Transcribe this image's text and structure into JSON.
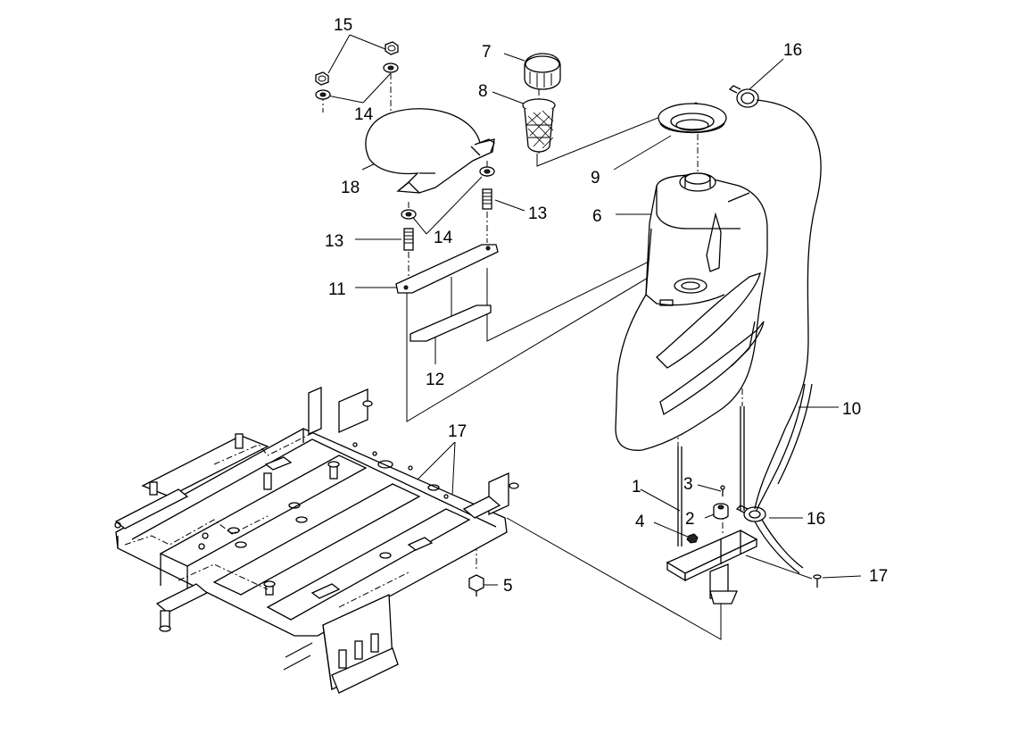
{
  "diagram": {
    "callouts": [
      {
        "id": "c15",
        "text": "15"
      },
      {
        "id": "c7",
        "text": "7"
      },
      {
        "id": "c16a",
        "text": "16"
      },
      {
        "id": "c8",
        "text": "8"
      },
      {
        "id": "c14a",
        "text": "14"
      },
      {
        "id": "c9",
        "text": "9"
      },
      {
        "id": "c18",
        "text": "18"
      },
      {
        "id": "c13a",
        "text": "13"
      },
      {
        "id": "c6",
        "text": "6"
      },
      {
        "id": "c14b",
        "text": "14"
      },
      {
        "id": "c13b",
        "text": "13"
      },
      {
        "id": "c11",
        "text": "11"
      },
      {
        "id": "c12",
        "text": "12"
      },
      {
        "id": "c10",
        "text": "10"
      },
      {
        "id": "c17a",
        "text": "17"
      },
      {
        "id": "c1",
        "text": "1"
      },
      {
        "id": "c3",
        "text": "3"
      },
      {
        "id": "c2",
        "text": "2"
      },
      {
        "id": "c16b",
        "text": "16"
      },
      {
        "id": "c4",
        "text": "4"
      },
      {
        "id": "c5",
        "text": "5"
      },
      {
        "id": "c17b",
        "text": "17"
      }
    ]
  }
}
